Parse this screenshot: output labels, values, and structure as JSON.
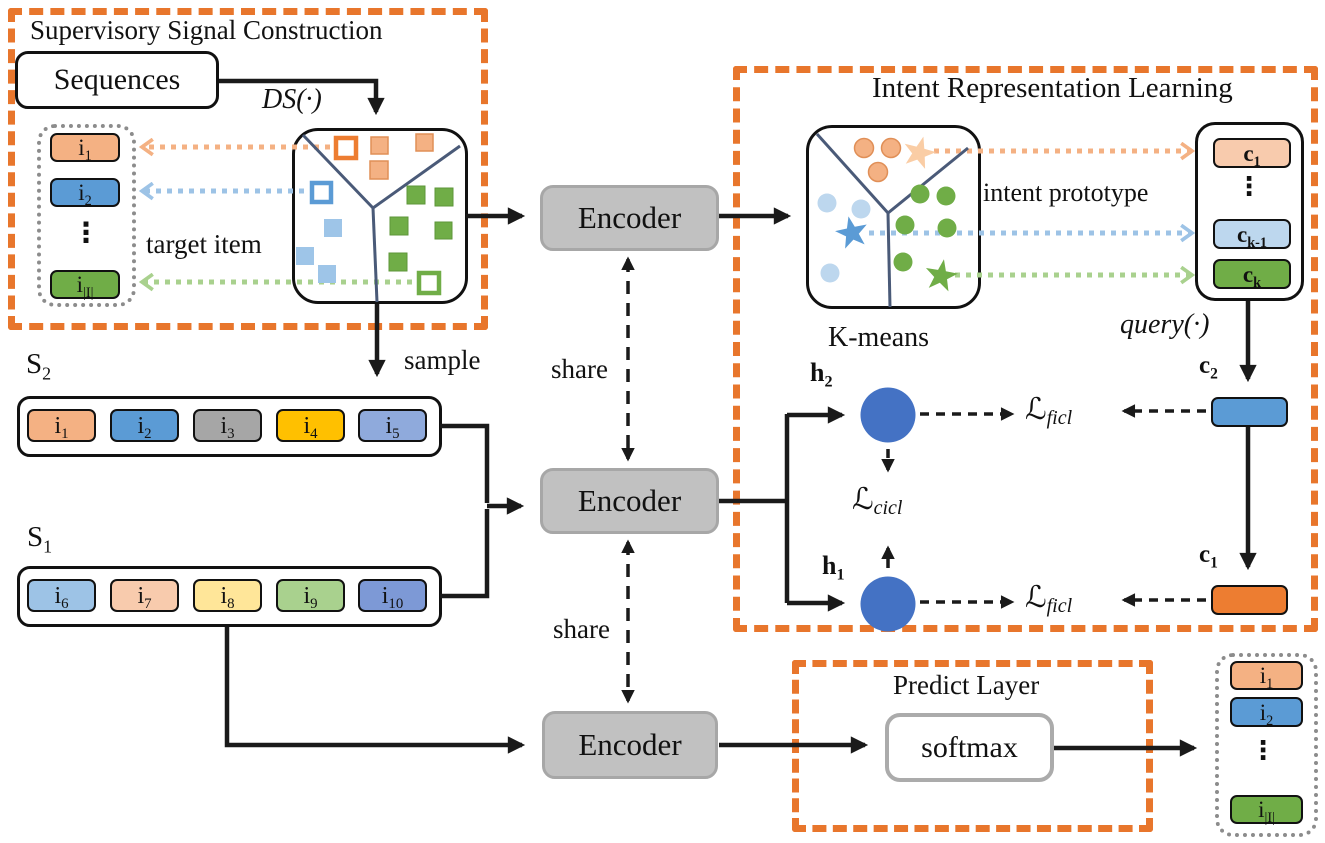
{
  "colors": {
    "accent_orange": "#E8762C",
    "divider_slate": "#4A5A78",
    "h_circle_blue": "#4472C4",
    "encoder_gray": "#C1C1C1"
  },
  "supervisory": {
    "title": "Supervisory Signal Construction",
    "sequences_label": "Sequences",
    "ds_label": "DS(·)",
    "target_item_label": "target item",
    "sample_label": "sample",
    "dots": "⋮",
    "target_items": [
      {
        "base": "i",
        "sub": "1",
        "color": "#F4B183"
      },
      {
        "base": "i",
        "sub": "2",
        "color": "#5B9BD5"
      },
      {
        "base": "i",
        "sub": "|I|",
        "color": "#70AD47"
      }
    ]
  },
  "sequences": {
    "s2": {
      "base": "S",
      "sub": "2",
      "items": [
        {
          "base": "i",
          "sub": "1",
          "color": "#F4B183"
        },
        {
          "base": "i",
          "sub": "2",
          "color": "#5B9BD5"
        },
        {
          "base": "i",
          "sub": "3",
          "color": "#A6A6A6"
        },
        {
          "base": "i",
          "sub": "4",
          "color": "#FFC000"
        },
        {
          "base": "i",
          "sub": "5",
          "color": "#8FAADC"
        }
      ]
    },
    "s1": {
      "base": "S",
      "sub": "1",
      "items": [
        {
          "base": "i",
          "sub": "6",
          "color": "#9DC3E6"
        },
        {
          "base": "i",
          "sub": "7",
          "color": "#F8CBAD"
        },
        {
          "base": "i",
          "sub": "8",
          "color": "#FFE699"
        },
        {
          "base": "i",
          "sub": "9",
          "color": "#A9D18E"
        },
        {
          "base": "i",
          "sub": "10",
          "color": "#7D99D6"
        }
      ]
    }
  },
  "encoder": {
    "label": "Encoder",
    "share_label": "share"
  },
  "intent": {
    "title": "Intent Representation Learning",
    "kmeans_label": "K-means",
    "prototype_label": "intent prototype",
    "query_label": "query(·)",
    "dots": "⋮",
    "prototypes": [
      {
        "base": "c",
        "sub": "1",
        "color": "#F8CBAD"
      },
      {
        "base": "c",
        "sub": "k-1",
        "color": "#BDD7EE"
      },
      {
        "base": "c",
        "sub": "k",
        "color": "#70AD47"
      }
    ],
    "h2": {
      "base": "h",
      "sub": "2"
    },
    "h1": {
      "base": "h",
      "sub": "1"
    },
    "c2": {
      "base": "c",
      "sub": "2",
      "color": "#5B9BD5"
    },
    "c1": {
      "base": "c",
      "sub": "1",
      "color": "#ED7D31"
    },
    "loss_ficl": {
      "base": "ℒ",
      "sub": "ficl"
    },
    "loss_cicl": {
      "base": "ℒ",
      "sub": "cicl"
    }
  },
  "predict": {
    "title": "Predict Layer",
    "softmax_label": "softmax",
    "dots": "⋮",
    "output_items": [
      {
        "base": "i",
        "sub": "1",
        "color": "#F4B183"
      },
      {
        "base": "i",
        "sub": "2",
        "color": "#5B9BD5"
      },
      {
        "base": "i",
        "sub": "|I|",
        "color": "#70AD47"
      }
    ]
  }
}
